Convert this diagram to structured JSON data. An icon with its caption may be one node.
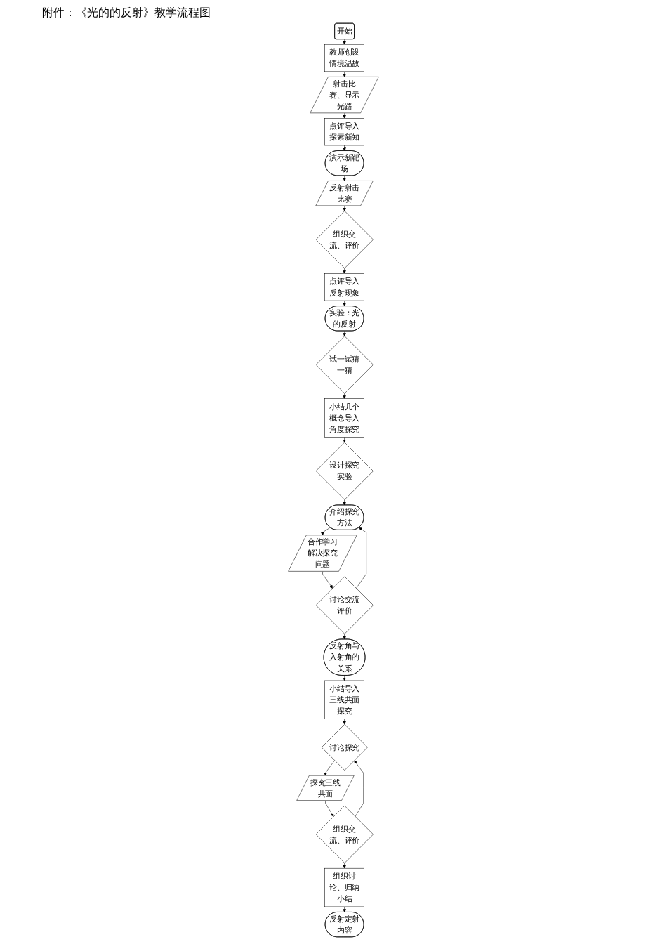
{
  "diagram": {
    "title": "附件：《光的的反射》教学流程图",
    "nodes": [
      {
        "text": [
          "开始"
        ]
      },
      {
        "text": [
          "教师创设情境温故"
        ]
      },
      {
        "text": [
          "射击比赛、显示光路"
        ]
      },
      {
        "text": [
          "点评导入探索新知"
        ]
      },
      {
        "text": [
          "演示新靶场"
        ]
      },
      {
        "text": [
          "反射射击比赛"
        ]
      },
      {
        "text": [
          "组织交流、评价"
        ]
      },
      {
        "text": [
          "点评导入反射现象"
        ]
      },
      {
        "text": [
          "实验：光的反射"
        ]
      },
      {
        "text": [
          "试一试猜一猜"
        ]
      },
      {
        "text": [
          "小结几个概念导入角度探究"
        ]
      },
      {
        "text": [
          "设计探究实验"
        ]
      },
      {
        "text": [
          "介绍探究方法"
        ]
      },
      {
        "text": [
          "合作学习解决探究问题"
        ]
      },
      {
        "text": [
          "讨论交流评价"
        ]
      },
      {
        "text": [
          "反射角与入射角的关系"
        ]
      },
      {
        "text": [
          "小结导入三线共面探究"
        ]
      },
      {
        "text": [
          "讨论探究"
        ]
      },
      {
        "text": [
          "探究三线共面"
        ]
      },
      {
        "text": [
          "组织交流、评价"
        ]
      },
      {
        "text": [
          "组织讨论、归纳小结"
        ]
      },
      {
        "text": [
          "反射定射内容"
        ]
      }
    ],
    "edges": [
      {
        "from": 0,
        "to": 1,
        "arrow": "to"
      },
      {
        "from": 1,
        "to": 2,
        "arrow": "to"
      },
      {
        "from": 2,
        "to": 3,
        "arrow": "to"
      },
      {
        "from": 3,
        "to": 4,
        "arrow": "to"
      },
      {
        "from": 4,
        "to": 5,
        "arrow": "to"
      },
      {
        "from": 5,
        "to": 6,
        "arrow": "to"
      },
      {
        "from": 6,
        "to": 7,
        "arrow": "to"
      },
      {
        "from": 7,
        "to": 8,
        "arrow": "to"
      },
      {
        "from": 8,
        "to": 9,
        "arrow": "to"
      },
      {
        "from": 9,
        "to": 10,
        "arrow": "to"
      },
      {
        "from": 10,
        "to": 11,
        "arrow": "to"
      },
      {
        "from": 11,
        "to": 12,
        "arrow": "to"
      },
      {
        "from": 12,
        "to": 13,
        "arrow": "to"
      },
      {
        "from": 13,
        "to": 14,
        "arrow": "to"
      },
      {
        "from": 14,
        "to": 12,
        "arrow": "to"
      },
      {
        "from": 14,
        "to": 15,
        "arrow": "to"
      },
      {
        "from": 15,
        "to": 16,
        "arrow": "to"
      },
      {
        "from": 16,
        "to": 17,
        "arrow": "to"
      },
      {
        "from": 17,
        "to": 18,
        "arrow": "to"
      },
      {
        "from": 18,
        "to": 19,
        "arrow": "to"
      },
      {
        "from": 19,
        "to": 17,
        "arrow": "to"
      },
      {
        "from": 19,
        "to": 20,
        "arrow": "to"
      },
      {
        "from": 20,
        "to": 21,
        "arrow": "to"
      }
    ]
  }
}
